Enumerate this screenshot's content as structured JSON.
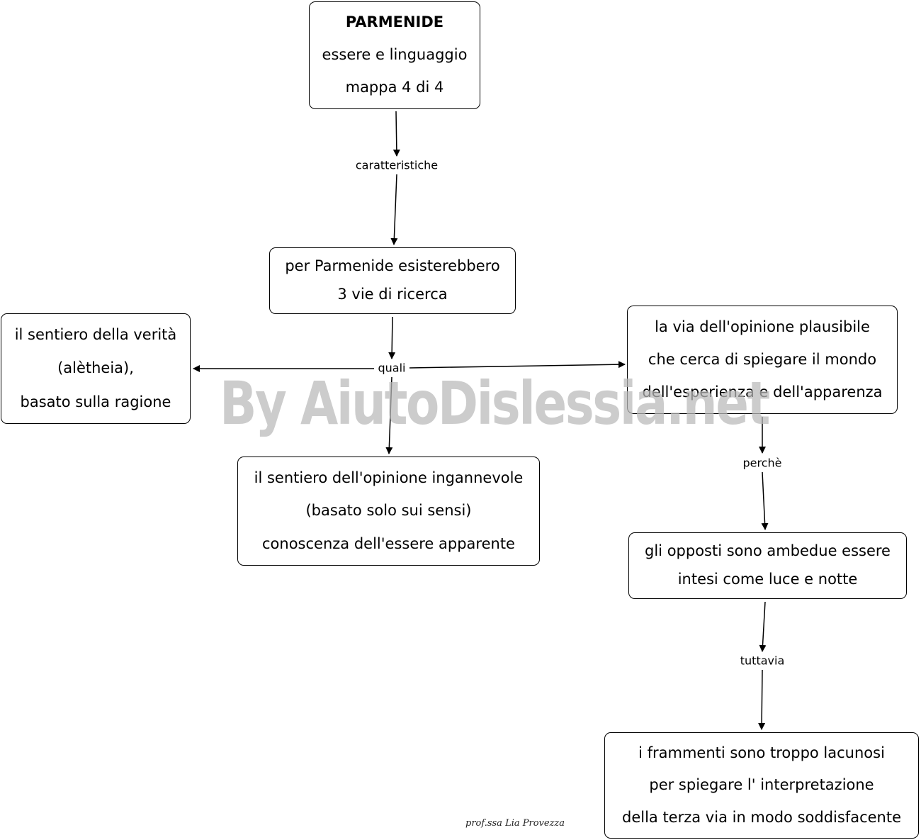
{
  "nodes": {
    "parmenide": {
      "lines": [
        "PARMENIDE",
        "essere e linguaggio",
        "mappa 4  di 4"
      ]
    },
    "tre_vie": {
      "lines": [
        "per Parmenide esisterebbero",
        "3 vie di ricerca"
      ]
    },
    "verita": {
      "lines": [
        "il sentiero della verità",
        "(alètheia),",
        "basato sulla ragione"
      ]
    },
    "opinione_plausibile": {
      "lines": [
        "la via dell'opinione plausibile",
        "che cerca di spiegare il mondo",
        "dell'esperienza e dell'apparenza"
      ]
    },
    "opinione_ingannevole": {
      "lines": [
        "il sentiero dell'opinione ingannevole",
        "(basato solo sui sensi)",
        "conoscenza dell'essere apparente"
      ]
    },
    "opposti": {
      "lines": [
        "gli opposti sono ambedue essere",
        "intesi come luce e notte"
      ]
    },
    "frammenti": {
      "lines": [
        "i frammenti sono troppo lacunosi",
        "per spiegare l' interpretazione",
        "della terza via in modo soddisfacente"
      ]
    }
  },
  "edge_labels": {
    "caratteristiche": "caratteristiche",
    "quali": "quali",
    "perche": "perchè",
    "tuttavia": "tuttavia"
  },
  "watermark": "By AiutoDislessia.net",
  "signature": "prof.ssa Lia Provezza",
  "colors": {
    "line": "#000000",
    "watermark": "#b9b9b9"
  }
}
